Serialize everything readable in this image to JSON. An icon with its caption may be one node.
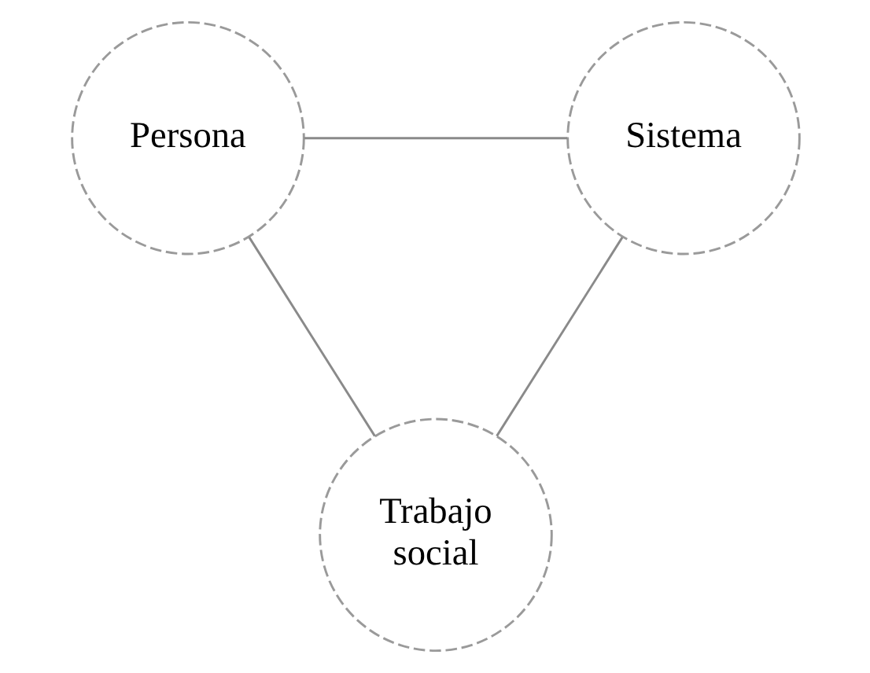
{
  "diagram": {
    "nodes": [
      {
        "text": [
          "Persona"
        ]
      },
      {
        "text": [
          "Sistema"
        ]
      },
      {
        "text": [
          "Trabajo social"
        ]
      }
    ],
    "edges": [
      {
        "from": 0,
        "to": 1,
        "arrow": "none"
      },
      {
        "from": 0,
        "to": 2,
        "arrow": "none"
      },
      {
        "from": 1,
        "to": 2,
        "arrow": "none"
      }
    ]
  }
}
